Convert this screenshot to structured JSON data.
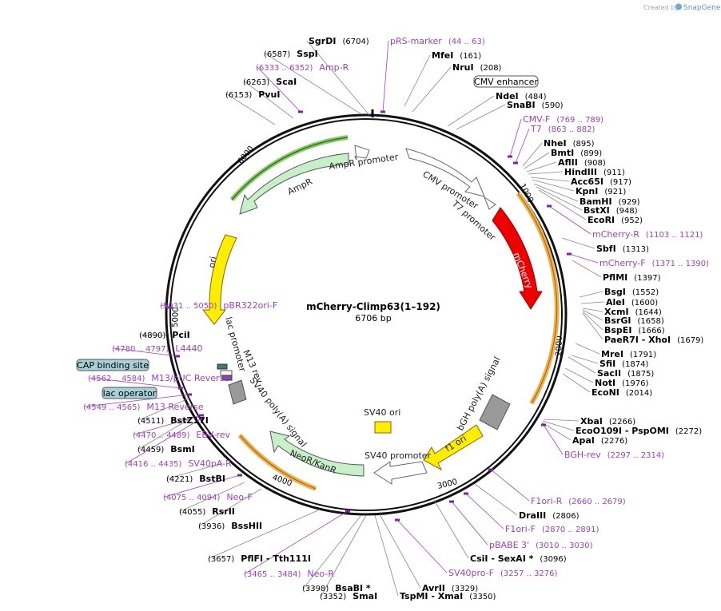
{
  "credit": "Created by",
  "brand": "SnapGene",
  "plasmid": {
    "name": "mCherry-Climp63(1–192)",
    "size": "6706 bp"
  },
  "ticks": [
    "1000",
    "2000",
    "3000",
    "4000",
    "5000",
    "6000"
  ],
  "features": {
    "mcherry": "mCherry",
    "cmv_promoter": "CMV promoter",
    "t7_promoter": "T7 promoter",
    "bgh": "bGH poly(A) signal",
    "f1ori": "f1 ori",
    "sv40_promoter": "SV40 promoter",
    "sv40_ori": "SV40 ori",
    "neokan": "NeoR/KanR",
    "sv40pa": "SV40 poly(A) signal",
    "ori": "ori",
    "ampr": "AmpR",
    "ampr_promoter": "AmpR promoter",
    "lac_promoter": "lac promoter",
    "m13rev": "M13 rev"
  },
  "boxed": {
    "cmv_enhancer": "CMV enhancer",
    "cap_binding": "CAP binding site",
    "lac_operator": "lac operator"
  },
  "labels_right": [
    {
      "pos": "(6704)",
      "name": "SgrDI",
      "type": "enz"
    },
    {
      "pos": "(44 .. 63)",
      "name": "pRS-marker",
      "type": "prim"
    },
    {
      "pos": "(161)",
      "name": "MfeI",
      "type": "enz"
    },
    {
      "pos": "(208)",
      "name": "NruI",
      "type": "enz"
    },
    {
      "pos": "(484)",
      "name": "NdeI",
      "type": "enz"
    },
    {
      "pos": "(590)",
      "name": "SnaBI",
      "type": "enz"
    },
    {
      "pos": "(769 .. 789)",
      "name": "CMV-F",
      "type": "prim"
    },
    {
      "pos": "(863 .. 882)",
      "name": "T7",
      "type": "prim"
    },
    {
      "pos": "(895)",
      "name": "NheI",
      "type": "enz"
    },
    {
      "pos": "(899)",
      "name": "BmtI",
      "type": "enz"
    },
    {
      "pos": "(908)",
      "name": "AflII",
      "type": "enz"
    },
    {
      "pos": "(911)",
      "name": "HindIII",
      "type": "enz"
    },
    {
      "pos": "(917)",
      "name": "Acc65I",
      "type": "enz"
    },
    {
      "pos": "(921)",
      "name": "KpnI",
      "type": "enz"
    },
    {
      "pos": "(929)",
      "name": "BamHI",
      "type": "enz"
    },
    {
      "pos": "(948)",
      "name": "BstXI",
      "type": "enz"
    },
    {
      "pos": "(952)",
      "name": "EcoRI",
      "type": "enz"
    },
    {
      "pos": "(1103 .. 1121)",
      "name": "mCherry-R",
      "type": "prim"
    },
    {
      "pos": "(1313)",
      "name": "SbfI",
      "type": "enz"
    },
    {
      "pos": "(1371 .. 1390)",
      "name": "mCherry-F",
      "type": "prim"
    },
    {
      "pos": "(1397)",
      "name": "PflMI",
      "type": "enz"
    },
    {
      "pos": "(1552)",
      "name": "BsgI",
      "type": "enz"
    },
    {
      "pos": "(1600)",
      "name": "AleI",
      "type": "enz"
    },
    {
      "pos": "(1644)",
      "name": "XcmI",
      "type": "enz"
    },
    {
      "pos": "(1658)",
      "name": "BsrGI",
      "type": "enz"
    },
    {
      "pos": "(1666)",
      "name": "BspEI",
      "type": "enz"
    },
    {
      "pos": "(1679)",
      "name": "PaeR7I - XhoI",
      "type": "enz"
    },
    {
      "pos": "(1791)",
      "name": "MreI",
      "type": "enz"
    },
    {
      "pos": "(1874)",
      "name": "SfiI",
      "type": "enz"
    },
    {
      "pos": "(1875)",
      "name": "SacII",
      "type": "enz"
    },
    {
      "pos": "(1976)",
      "name": "NotI",
      "type": "enz"
    },
    {
      "pos": "(2014)",
      "name": "EcoNI",
      "type": "enz"
    },
    {
      "pos": "(2266)",
      "name": "XbaI",
      "type": "enz"
    },
    {
      "pos": "(2272)",
      "name": "EcoO109I - PspOMI",
      "type": "enz"
    },
    {
      "pos": "(2276)",
      "name": "ApaI",
      "type": "enz"
    },
    {
      "pos": "(2297 .. 2314)",
      "name": "BGH-rev",
      "type": "prim"
    },
    {
      "pos": "(2660 .. 2679)",
      "name": "F1ori-R",
      "type": "prim"
    },
    {
      "pos": "(2806)",
      "name": "DraIII",
      "type": "enz"
    },
    {
      "pos": "(2870 .. 2891)",
      "name": "F1ori-F",
      "type": "prim"
    },
    {
      "pos": "(3010 .. 3030)",
      "name": "pBABE 3'",
      "type": "prim"
    },
    {
      "pos": "(3096)",
      "name": "CsiI - SexAI *",
      "type": "enz"
    },
    {
      "pos": "(3257 .. 3276)",
      "name": "SV40pro-F",
      "type": "prim"
    },
    {
      "pos": "(3329)",
      "name": "AvrII",
      "type": "enz"
    },
    {
      "pos": "(3350)",
      "name": "TspMI - XmaI",
      "type": "enz"
    }
  ],
  "labels_left": [
    {
      "pos": "(6587)",
      "name": "SspI",
      "type": "enz"
    },
    {
      "pos": "(6333 .. 6352)",
      "name": "Amp-R",
      "type": "prim"
    },
    {
      "pos": "(6263)",
      "name": "ScaI",
      "type": "enz"
    },
    {
      "pos": "(6153)",
      "name": "PvuI",
      "type": "enz"
    },
    {
      "pos": "(5031 .. 5050)",
      "name": "pBR322ori-F",
      "type": "prim"
    },
    {
      "pos": "(4890)",
      "name": "PciI",
      "type": "enz"
    },
    {
      "pos": "(4780 .. 4797)",
      "name": "L4440",
      "type": "prim"
    },
    {
      "pos": "(4562 .. 4584)",
      "name": "M13/pUC Reverse",
      "type": "prim"
    },
    {
      "pos": "(4549 .. 4565)",
      "name": "M13 Reverse",
      "type": "prim"
    },
    {
      "pos": "(4511)",
      "name": "BstZ17I",
      "type": "enz"
    },
    {
      "pos": "(4470 .. 4489)",
      "name": "EBV-rev",
      "type": "prim"
    },
    {
      "pos": "(4459)",
      "name": "BsmI",
      "type": "enz"
    },
    {
      "pos": "(4416 .. 4435)",
      "name": "SV40pA-R",
      "type": "prim"
    },
    {
      "pos": "(4221)",
      "name": "BstBI",
      "type": "enz"
    },
    {
      "pos": "(4075 .. 4094)",
      "name": "Neo-F",
      "type": "prim"
    },
    {
      "pos": "(4055)",
      "name": "RsrII",
      "type": "enz"
    },
    {
      "pos": "(3936)",
      "name": "BssHII",
      "type": "enz"
    },
    {
      "pos": "(3657)",
      "name": "PflFI - Tth111I",
      "type": "enz"
    },
    {
      "pos": "(3465 .. 3484)",
      "name": "Neo-R",
      "type": "prim"
    },
    {
      "pos": "(3398)",
      "name": "BsaBI *",
      "type": "enz"
    },
    {
      "pos": "(3352)",
      "name": "SmaI",
      "type": "enz"
    }
  ]
}
